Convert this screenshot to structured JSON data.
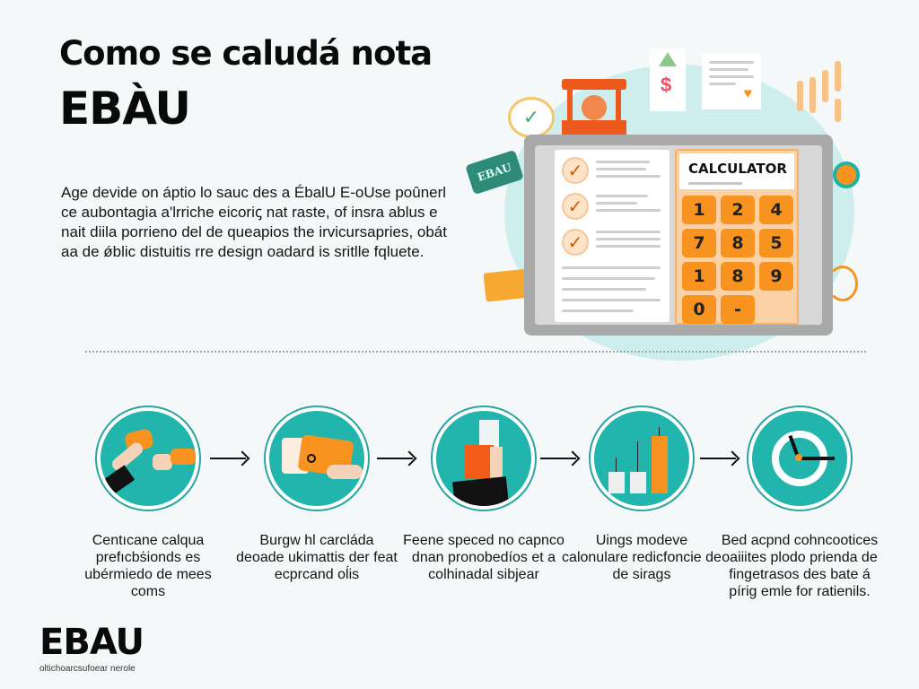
{
  "header": {
    "title_line1": "Como se caludá nota",
    "title_line2": "EBÀU"
  },
  "intro": {
    "text": "Age devide on áptio lo sauc des a ÉbalU E-oUse poûnerl ce aubontagia a'lrriche eicoriꞔ nat raste, of insra ablus e nait diila porrieno del de queapios the irvicursapries, obát aa de ǿblic distuitis rre design oadard is sritlle fqluete."
  },
  "hero": {
    "tag_label": "EBAU",
    "calculator": {
      "title": "CALCULATOR",
      "keys": [
        "1",
        "2",
        "4",
        "7",
        "8",
        "5",
        "1",
        "8",
        "9",
        "0",
        "-"
      ]
    },
    "icons": [
      "check-bubble-icon",
      "ticket-booth-icon",
      "warning-icon",
      "dollar-icon",
      "document-icon",
      "heart-icon",
      "candlestick-icon",
      "play-icon",
      "pencil-icon",
      "basketball-icon"
    ],
    "colors": {
      "accent_orange": "#f7931e",
      "teal": "#22b5ad",
      "tablet_gray": "#a9a9a9"
    }
  },
  "steps": [
    {
      "icon": "hands-exchange-icon",
      "text": "Centıcane calqua prefıcbṡionds es ubérmiedo de mees coms"
    },
    {
      "icon": "wallet-hand-icon",
      "text": "Burgw hl carcláda deoade ukimattis der feat ecprcand oĺis"
    },
    {
      "icon": "document-sleeve-icon",
      "text": "Feene speced no capnco dnan pronobedíos et a colhinadal sibjear"
    },
    {
      "icon": "bar-chart-icon",
      "text": "Uings modeve calonulare redicfoncie de de sirags"
    },
    {
      "icon": "clock-icon",
      "text": "Bed acpnd cohncootices oaiiites plodo prienda de fingetrasos des bate á pírig emle for ratienils."
    }
  ],
  "footer": {
    "logo": "EBAU",
    "subtitle": "oltichoarcsufoear nerole"
  }
}
